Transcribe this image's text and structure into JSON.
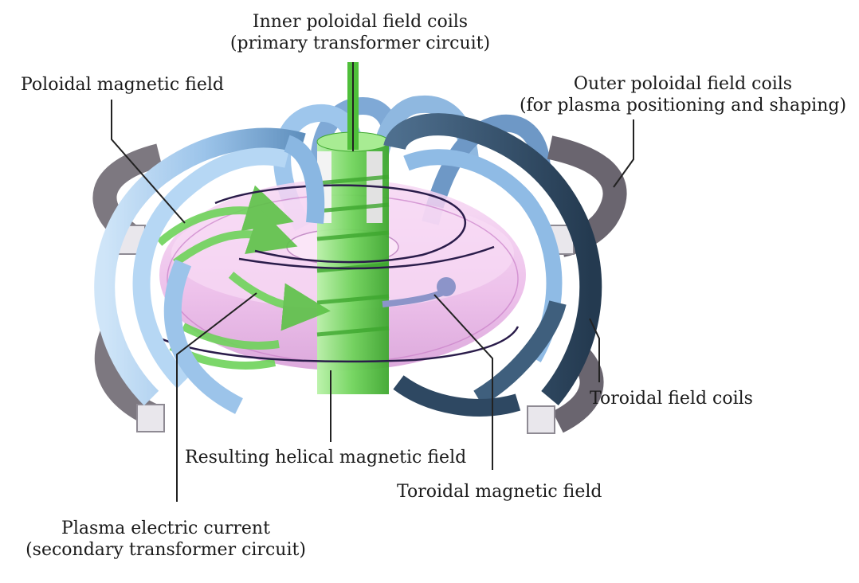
{
  "labels": {
    "inner_poloidal": {
      "line1": "Inner poloidal field coils",
      "line2": "(primary transformer circuit)"
    },
    "poloidal_field": {
      "line1": "Poloidal magnetic field"
    },
    "outer_poloidal": {
      "line1": "Outer poloidal field coils",
      "line2": "(for plasma positioning and shaping)"
    },
    "toroidal_coils": {
      "line1": "Toroidal field coils"
    },
    "helical_field": {
      "line1": "Resulting helical magnetic field"
    },
    "toroidal_field": {
      "line1": "Toroidal magnetic field"
    },
    "plasma_current": {
      "line1": "Plasma electric current",
      "line2": "(secondary transformer circuit)"
    }
  },
  "colors": {
    "coil_light": "#a9cdee",
    "coil_mid": "#6f9ec9",
    "coil_dark": "#2f4a63",
    "outer_coil": "#6e6a72",
    "plasma": "#f2c6ef",
    "solenoid": "#6fd35a",
    "field_line": "#2a1c4a",
    "leader": "#222222"
  }
}
